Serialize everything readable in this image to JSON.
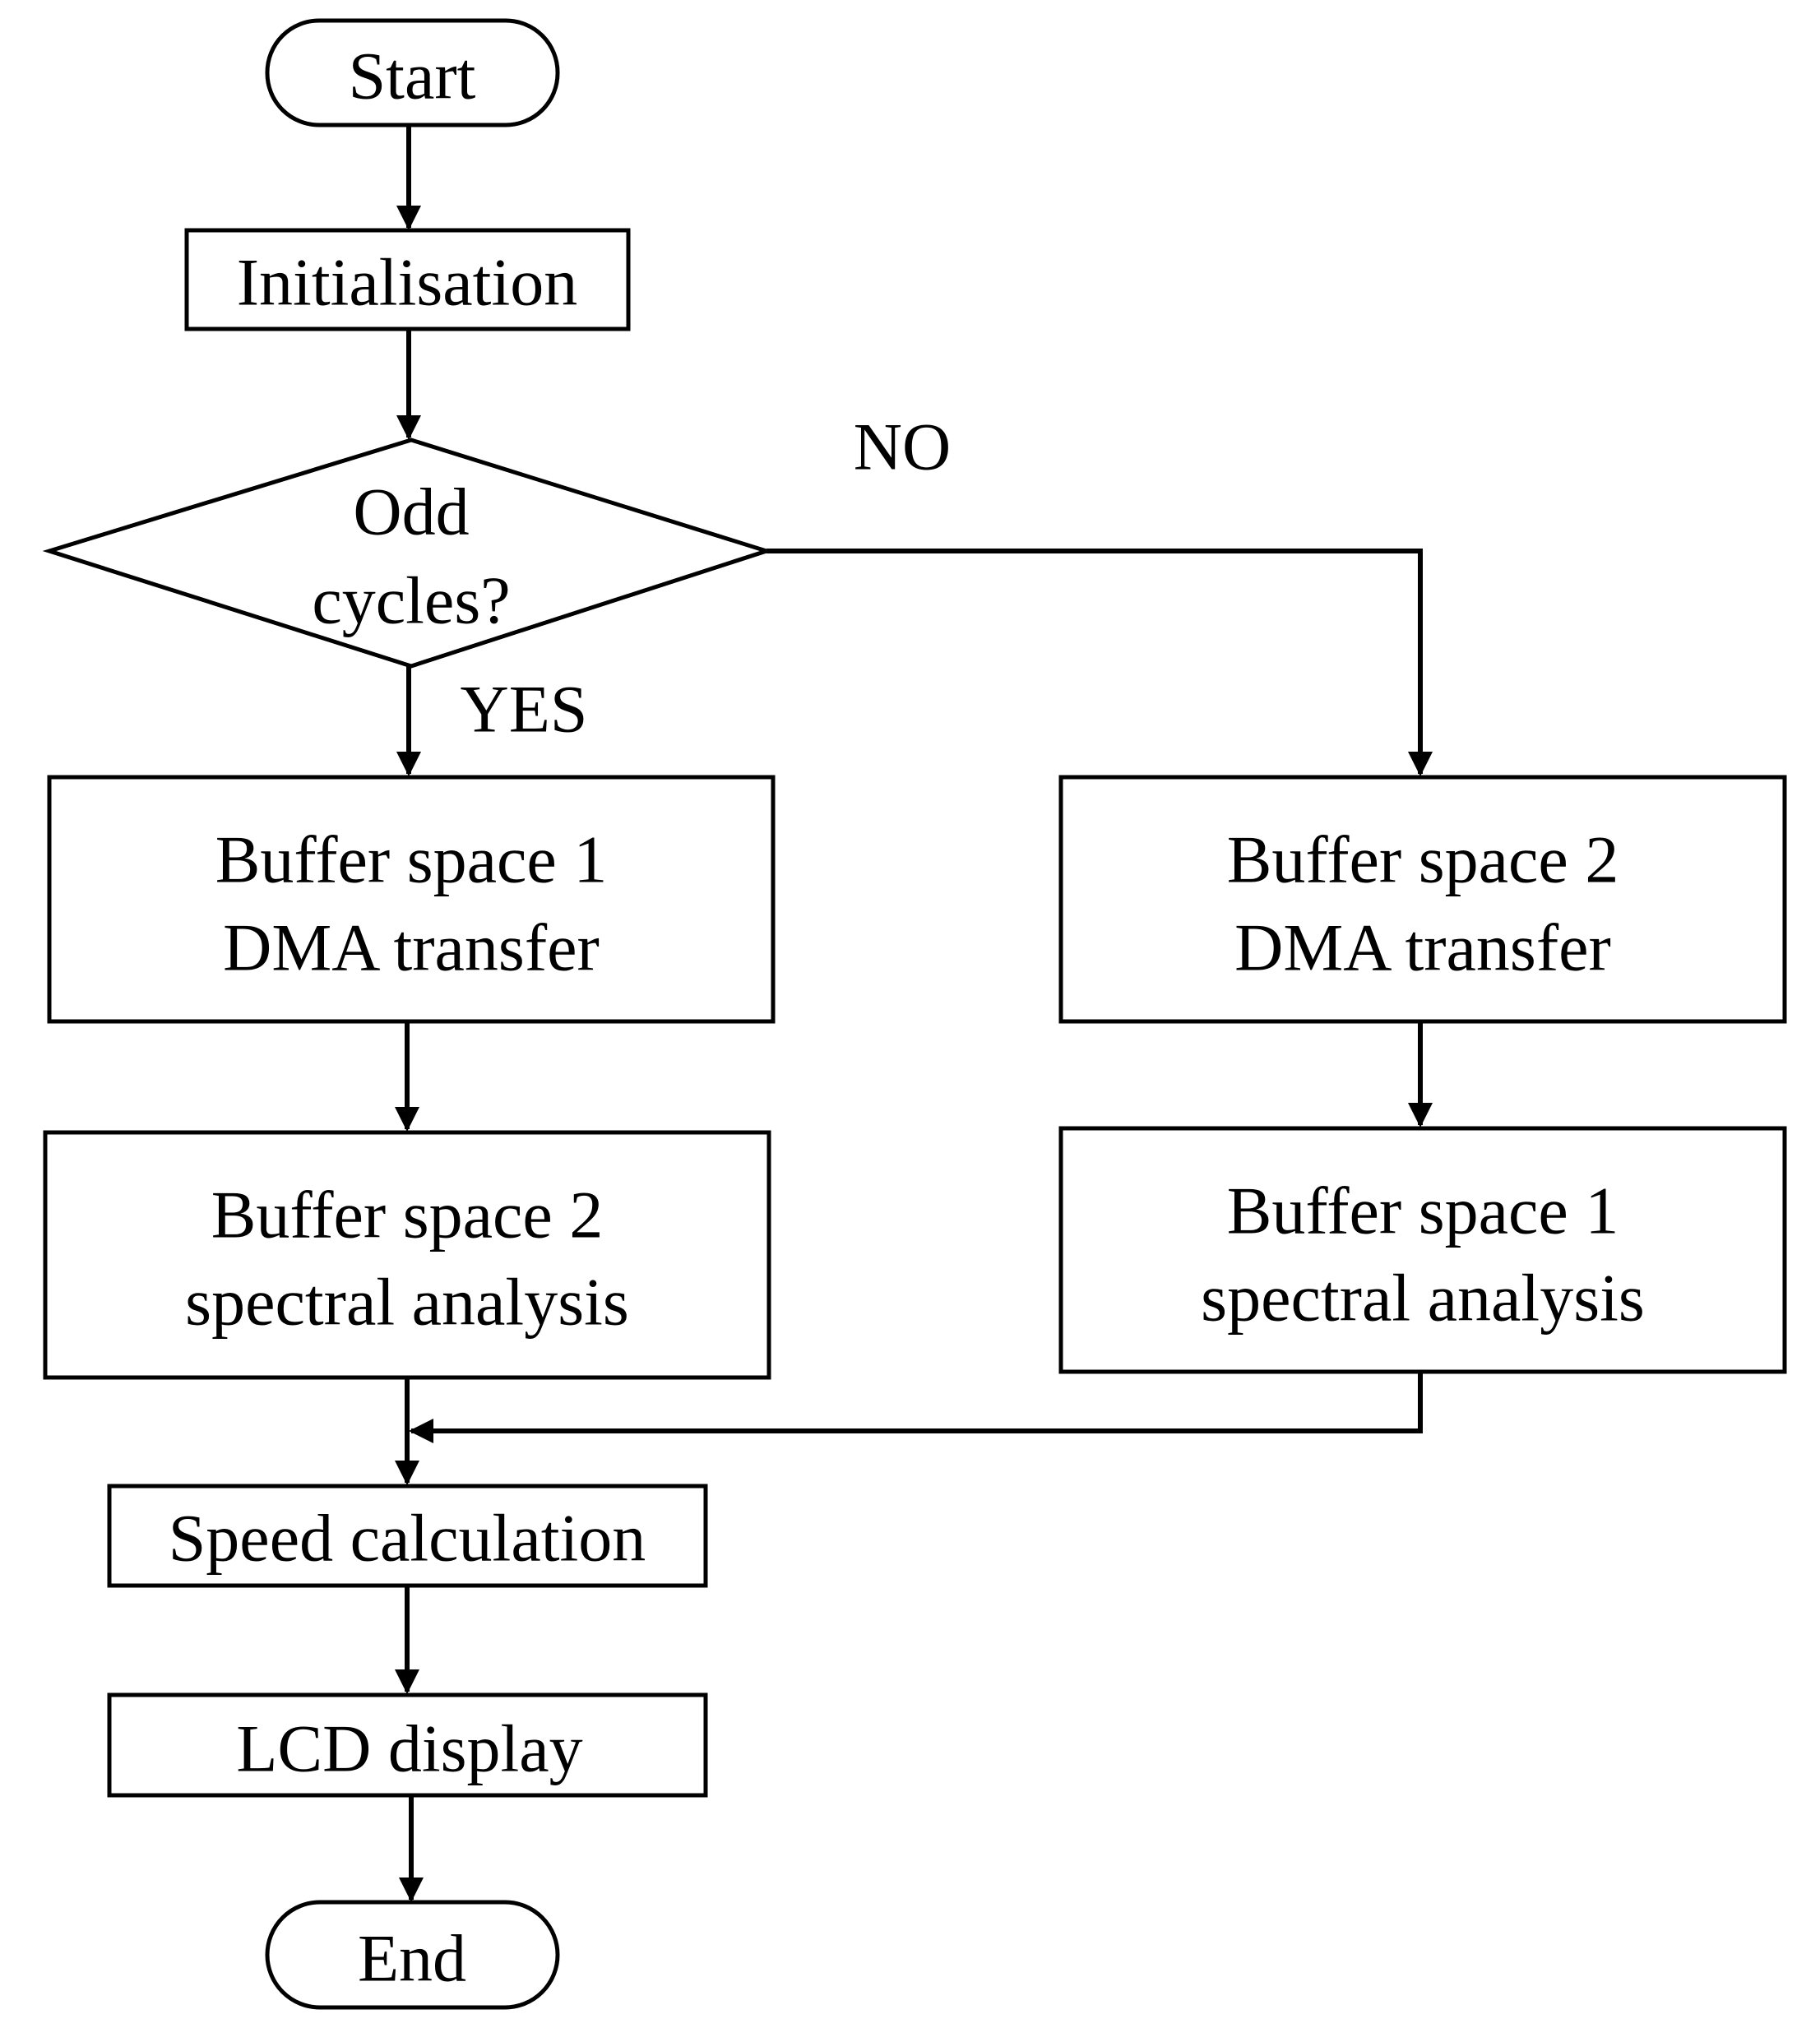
{
  "nodes": {
    "start": {
      "label": "Start"
    },
    "init": {
      "label": "Initialisation"
    },
    "decision": {
      "line1": "Odd",
      "line2": "cycles?"
    },
    "buf1_dma": {
      "line1": "Buffer space 1",
      "line2": "DMA transfer"
    },
    "buf2_spec": {
      "line1": "Buffer space 2",
      "line2": "spectral analysis"
    },
    "buf2_dma": {
      "line1": "Buffer space 2",
      "line2": "DMA transfer"
    },
    "buf1_spec": {
      "line1": "Buffer space 1",
      "line2": "spectral analysis"
    },
    "speed": {
      "label": "Speed calculation"
    },
    "lcd": {
      "label": "LCD display"
    },
    "end": {
      "label": "End"
    }
  },
  "edges": {
    "yes_label": "YES",
    "no_label": "NO"
  }
}
